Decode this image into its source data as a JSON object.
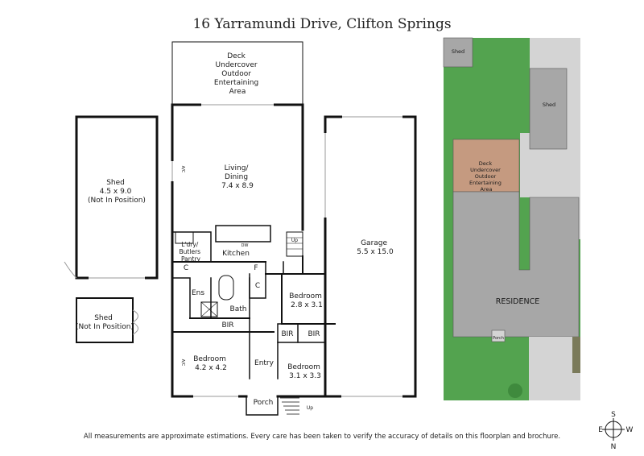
{
  "title": "16 Yarramundi Drive, Clifton Springs",
  "disclaimer": "All measurements are approximate estimations. Every care has been taken to verify the accuracy of details on this floorplan and brochure.",
  "floorplan": {
    "deck": [
      "Deck",
      "Undercover",
      "Outdoor",
      "Entertaining",
      "Area"
    ],
    "living": [
      "Living/",
      "Dining",
      "7.4 x 8.9"
    ],
    "shed_large": [
      "Shed",
      "4.5 x 9.0",
      "(Not In Position)"
    ],
    "shed_small": [
      "Shed",
      "(Not In Position)"
    ],
    "garage": [
      "Garage",
      "5.5 x 15.0"
    ],
    "laundry": [
      "L'dry/",
      "Butlers",
      "Pantry"
    ],
    "kitchen": "Kitchen",
    "dw": "DW",
    "ac": "A/C",
    "cupboard_c": "C",
    "fridge_f": "F",
    "ens": "Ens",
    "bath": "Bath",
    "bir": "BIR",
    "bed2": [
      "Bedroom",
      "2.8 x 3.1"
    ],
    "bed1": [
      "Bedroom",
      "4.2 x 4.2"
    ],
    "bed3": [
      "Bedroom",
      "3.1 x 3.3"
    ],
    "entry": "Entry",
    "porch": "Porch",
    "up": "Up"
  },
  "siteplan": {
    "shed_top": "Shed",
    "shed_right": "Shed",
    "deck": [
      "Deck",
      "Undercover",
      "Outdoor",
      "Entertaining",
      "Area"
    ],
    "residence": "RESIDENCE",
    "porch": "Porch"
  },
  "compass": {
    "n": "N",
    "s": "S",
    "e": "E",
    "w": "W"
  },
  "colors": {
    "lawn": "#53a34f",
    "roof": "#a7a7a7",
    "deck": "#c59a80",
    "paving": "#d4d4d4",
    "wall": "#111111"
  }
}
